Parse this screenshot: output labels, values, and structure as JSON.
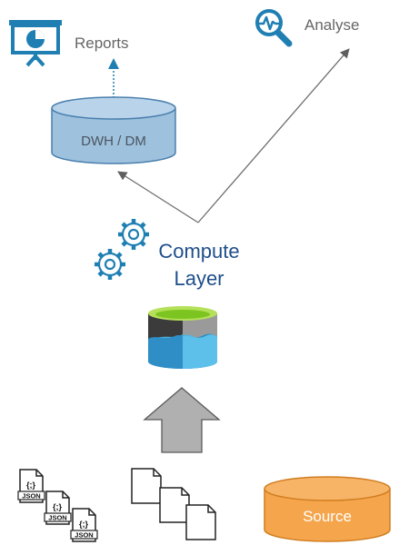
{
  "labels": {
    "reports": "Reports",
    "analyse": "Analyse",
    "dwh": "DWH / DM",
    "compute_line1": "Compute",
    "compute_line2": "Layer",
    "source": "Source",
    "json": "JSON",
    "json_braces": "{;}"
  },
  "icons": {
    "reports": "presentation-board-icon",
    "analyse": "magnifier-chart-icon",
    "compute": "gears-icon",
    "lake": "data-lake-icon",
    "files": "document-stack-icon",
    "json_files": "json-file-icon"
  },
  "colors": {
    "accent_blue": "#1f7fb3",
    "dwh_fill": "#9ec1dd",
    "dwh_stroke": "#4a7fae",
    "source_fill": "#f5a54b",
    "source_stroke": "#d07d20",
    "arrow_grey": "#b0b0b0",
    "line_grey": "#6e6e6e",
    "text_grey": "#666666",
    "compute_text": "#1f4e8c"
  }
}
